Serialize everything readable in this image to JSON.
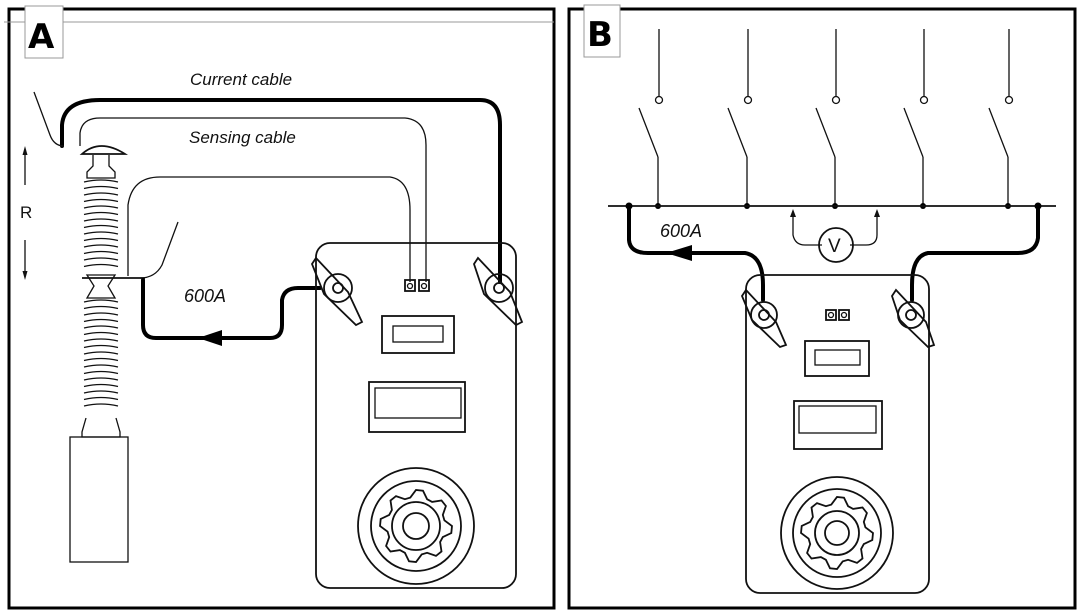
{
  "figure": {
    "panels": [
      {
        "id": "A",
        "letter": "A",
        "labels": {
          "current_cable": "Current cable",
          "sensing_cable": "Sensing cable",
          "current": "600A",
          "resistance": "R"
        }
      },
      {
        "id": "B",
        "letter": "B",
        "labels": {
          "current": "600A",
          "voltmeter": "V"
        },
        "switch_count": 5
      }
    ]
  }
}
